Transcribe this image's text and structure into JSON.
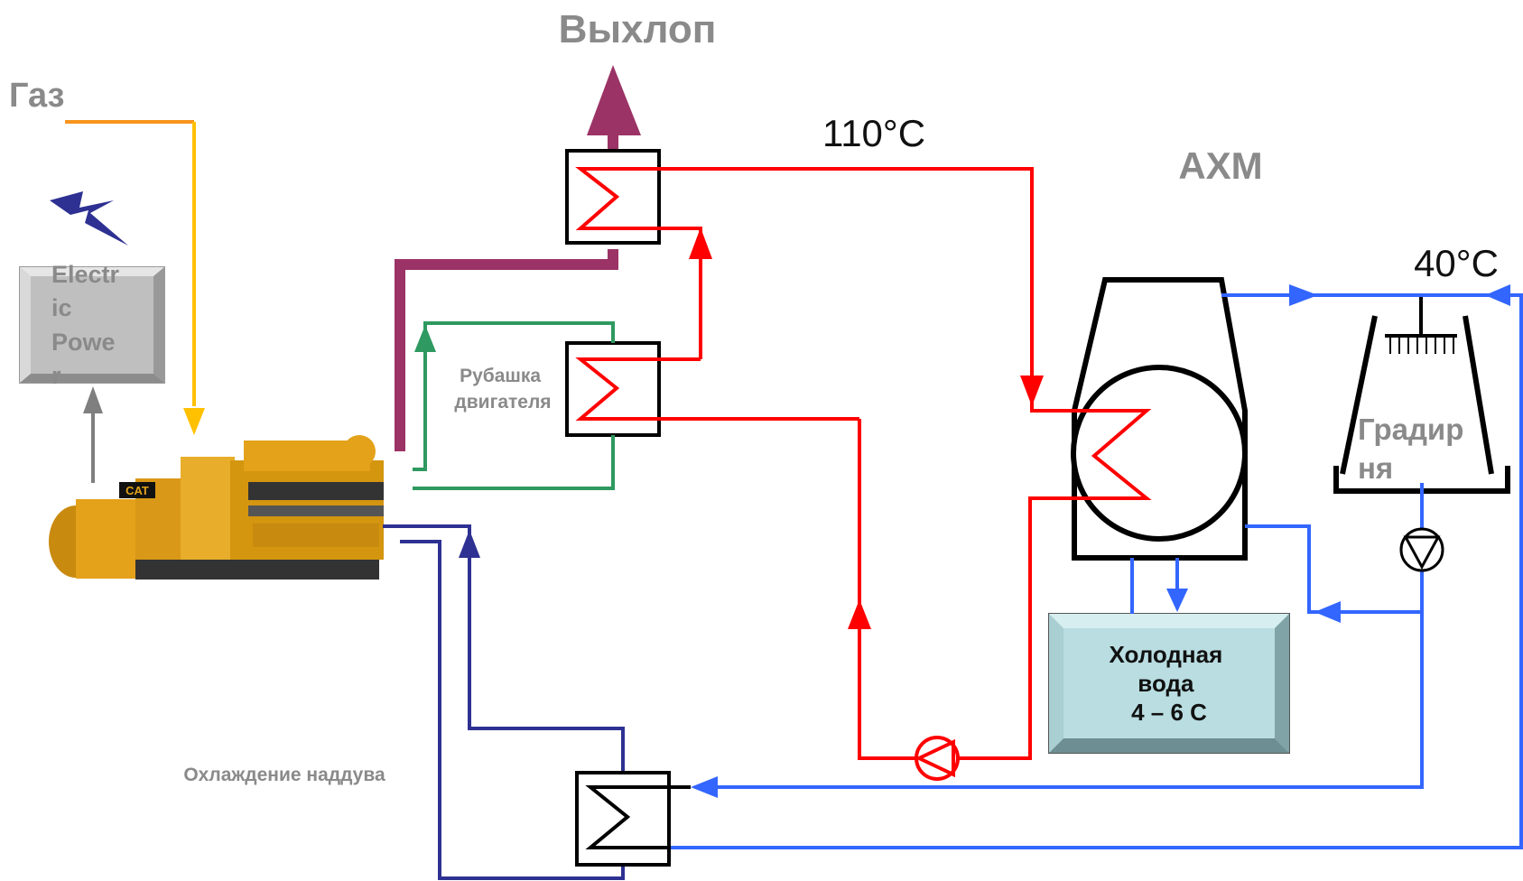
{
  "labels": {
    "gas": "Газ",
    "exhaust": "Выхлоп",
    "temp_hot": "110°C",
    "absorption_chiller": "АХМ",
    "temp_cool": "40°C",
    "electric_power_lines": [
      "Electr",
      "ic",
      "Powe",
      "r"
    ],
    "engine_jacket_lines": [
      "Рубашка",
      "двигателя"
    ],
    "cooling_tower_lines": [
      "Градир",
      "ня"
    ],
    "charge_air_cooling": "Охлаждение наддува",
    "chilled_water_lines": [
      "Холодная",
      "вода",
      "4 – 6 С"
    ],
    "engine_badge": "CAT"
  },
  "colors": {
    "gas_line": "#ffc000",
    "gas_line_start": "#f7941d",
    "exhaust": "#9b3366",
    "hot_water": "#ff0000",
    "jacket_loop": "#2e9960",
    "intercooler_loop": "#2e3192",
    "cooling_water": "#3366ff",
    "power_arrow": "#7f7f7f",
    "lightning": "#2e3192",
    "engine_body": "#e3a21a",
    "chilled_water_box": "#b9dde1"
  }
}
